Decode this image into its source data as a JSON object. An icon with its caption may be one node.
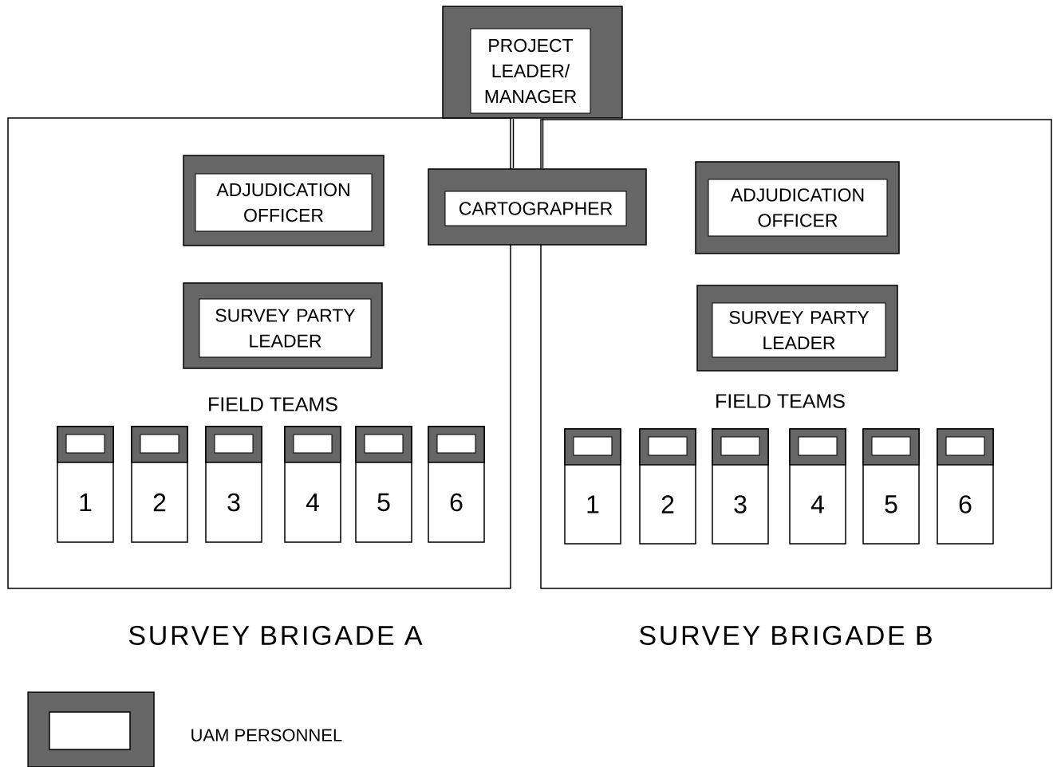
{
  "diagram": {
    "nodes": [
      {
        "text": [
          "PROJECT LEADER/ MANAGER"
        ]
      },
      {
        "text": [
          "CARTOGRAPHER"
        ]
      },
      {
        "text": [
          "SURVEY BRIGADE A"
        ]
      },
      {
        "text": [
          "ADJUDICATION OFFICER"
        ],
        "in": 2
      },
      {
        "text": [
          "SURVEY PARTY LEADER"
        ],
        "in": 2
      },
      {
        "text": [
          "1"
        ],
        "in": 2
      },
      {
        "text": [
          "2"
        ],
        "in": 2
      },
      {
        "text": [
          "3"
        ],
        "in": 2
      },
      {
        "text": [
          "4"
        ],
        "in": 2
      },
      {
        "text": [
          "5"
        ],
        "in": 2
      },
      {
        "text": [
          "6"
        ],
        "in": 2
      },
      {
        "text": [
          "SURVEY BRIGADE B"
        ]
      },
      {
        "text": [
          "ADJUDICATION OFFICER"
        ],
        "in": 11
      },
      {
        "text": [
          "SURVEY PARTY LEADER"
        ],
        "in": 11
      },
      {
        "text": [
          "1"
        ],
        "in": 11
      },
      {
        "text": [
          "2"
        ],
        "in": 11
      },
      {
        "text": [
          "3"
        ],
        "in": 11
      },
      {
        "text": [
          "4"
        ],
        "in": 11
      },
      {
        "text": [
          "5"
        ],
        "in": 11
      },
      {
        "text": [
          "6"
        ],
        "in": 11
      }
    ],
    "edges": [
      {
        "from": 0,
        "to": 1,
        "arrow": "none"
      },
      {
        "from": 0,
        "to": 1,
        "arrow": "none"
      }
    ],
    "labels": [
      "FIELD TEAMS",
      "FIELD TEAMS"
    ],
    "legend": [
      {
        "text": "UAM PERSONNEL"
      }
    ]
  }
}
